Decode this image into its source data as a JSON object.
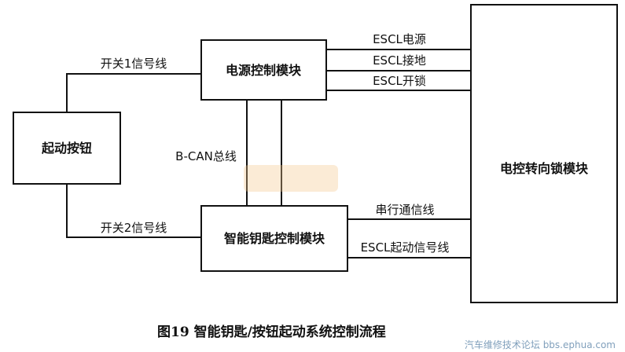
{
  "boxes": {
    "start_button": "起动按钮",
    "power_control": "电源控制模块",
    "smart_key_control": "智能钥匙控制模块",
    "steering_lock": "电控转向锁模块"
  },
  "wires": {
    "switch1": "开关1信号线",
    "switch2": "开关2信号线",
    "bcan": "B-CAN总线",
    "escl_power": "ESCL电源",
    "escl_ground": "ESCL接地",
    "escl_unlock": "ESCL开锁",
    "serial": "串行通信线",
    "escl_start": "ESCL起动信号线"
  },
  "caption": "图19   智能钥匙/按钮起动系统控制流程",
  "watermark": "汽车维修技术论坛 bbs.ephua.com",
  "colors": {
    "line": "#111111",
    "watermark": "#6a8fb0"
  }
}
